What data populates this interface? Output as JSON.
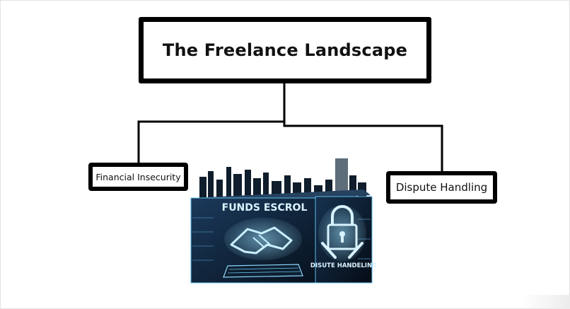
{
  "diagram": {
    "root": {
      "label": "The Freelance Landscape"
    },
    "children": [
      {
        "id": "left",
        "label": "Financial Insecurity"
      },
      {
        "id": "right",
        "label": "Dispute Handling"
      }
    ]
  },
  "illustration": {
    "panel_left_text": "FUNDS ESCROL",
    "panel_right_text": "DISUTE HANDELING",
    "icons": [
      "handshake-icon",
      "padlock-icon",
      "wrench-icon",
      "keyboard-icon",
      "city-skyline"
    ]
  },
  "colors": {
    "line": "#000000",
    "box_border": "#000000",
    "neon": "#7fd3ff",
    "panel_dark": "#0b1a2b"
  }
}
